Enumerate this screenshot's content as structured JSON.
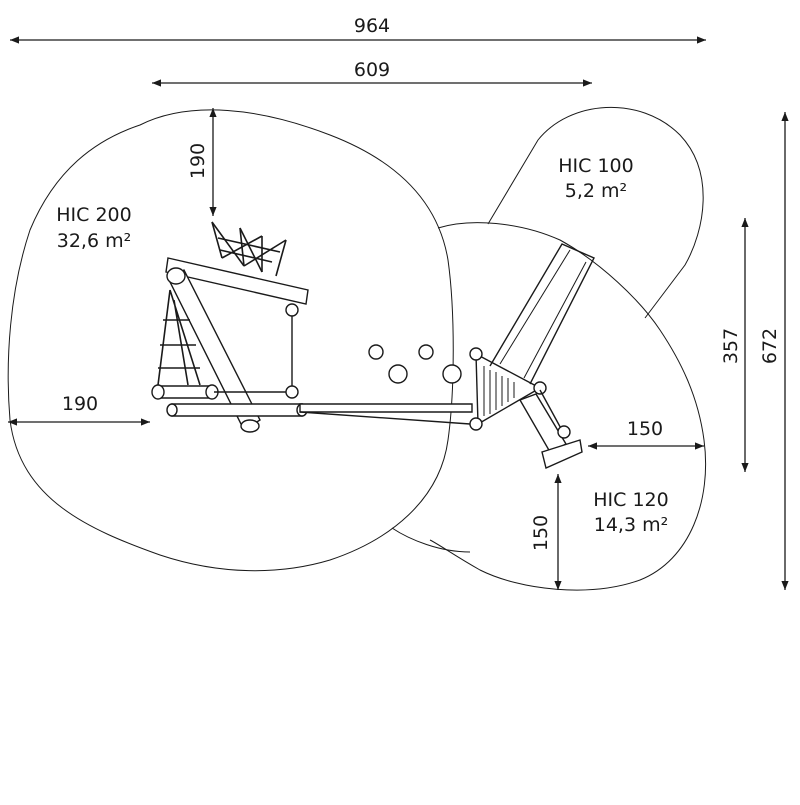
{
  "dimensions": {
    "overall_width": "964",
    "inner_width": "609",
    "overall_depth": "672",
    "partial_depth": "357",
    "clearance_top": "190",
    "clearance_left": "190",
    "clearance_right": "150",
    "clearance_bottom": "150"
  },
  "zones": [
    {
      "hic": "HIC 200",
      "area": "32,6 m²"
    },
    {
      "hic": "HIC 100",
      "area": "5,2 m²"
    },
    {
      "hic": "HIC 120",
      "area": "14,3 m²"
    }
  ],
  "colors": {
    "line": "#1a1a1a",
    "background": "#ffffff"
  }
}
